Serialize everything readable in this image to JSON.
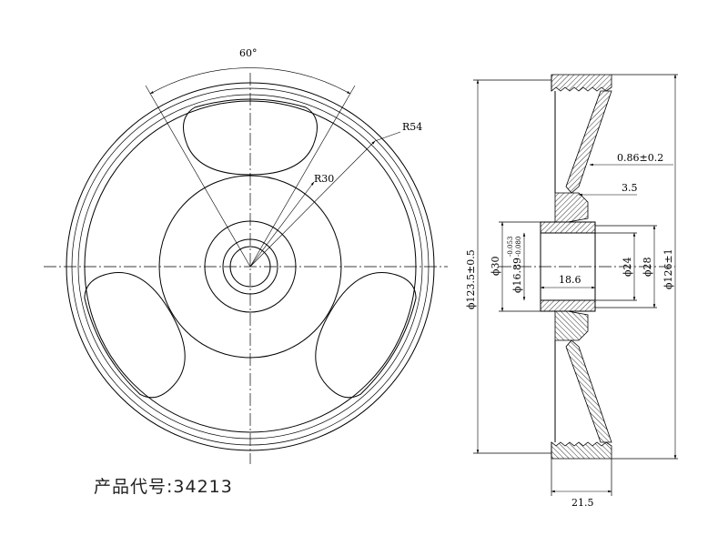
{
  "front_view": {
    "angle_label": "60°",
    "outer_radius_label": "R54",
    "inner_radius_label": "R30"
  },
  "side_view": {
    "dims": {
      "rim_thickness": "0.86±0.2",
      "hub_offset": "3.5",
      "bore_length": "18.6",
      "width": "21.5",
      "d_pitch": "ϕ123.5±0.5",
      "d_outer": "ϕ126±1",
      "d_hub": "ϕ30",
      "d_bore": "ϕ16.89",
      "d_bore_upper_tol": "-0.053",
      "d_bore_lower_tol": "-0.080",
      "d_24": "ϕ24",
      "d_28": "ϕ28"
    }
  },
  "caption": {
    "label": "产品代号:",
    "code": "34213"
  }
}
